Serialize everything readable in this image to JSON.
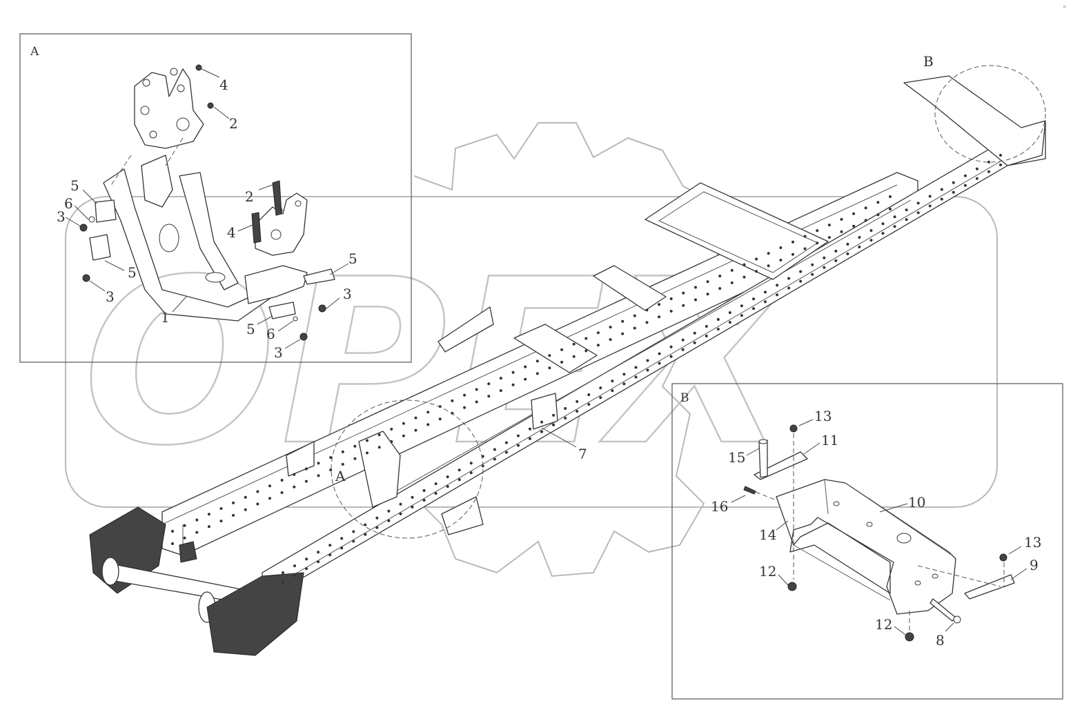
{
  "watermark": {
    "text": "OPEX"
  },
  "detail_a": {
    "letter": "A",
    "callouts": [
      {
        "num": "4"
      },
      {
        "num": "2"
      },
      {
        "num": "5"
      },
      {
        "num": "6"
      },
      {
        "num": "3"
      },
      {
        "num": "5"
      },
      {
        "num": "3"
      },
      {
        "num": "1"
      },
      {
        "num": "2"
      },
      {
        "num": "4"
      },
      {
        "num": "5"
      },
      {
        "num": "3"
      },
      {
        "num": "5"
      },
      {
        "num": "6"
      },
      {
        "num": "3"
      }
    ]
  },
  "detail_b": {
    "letter": "B",
    "callouts": [
      {
        "num": "13"
      },
      {
        "num": "11"
      },
      {
        "num": "15"
      },
      {
        "num": "16"
      },
      {
        "num": "10"
      },
      {
        "num": "14"
      },
      {
        "num": "12"
      },
      {
        "num": "13"
      },
      {
        "num": "9"
      },
      {
        "num": "12"
      },
      {
        "num": "8"
      }
    ]
  },
  "main_view": {
    "marker_b": "B",
    "marker_a": "A",
    "frame_callout": "7"
  },
  "corner_mark": "°"
}
